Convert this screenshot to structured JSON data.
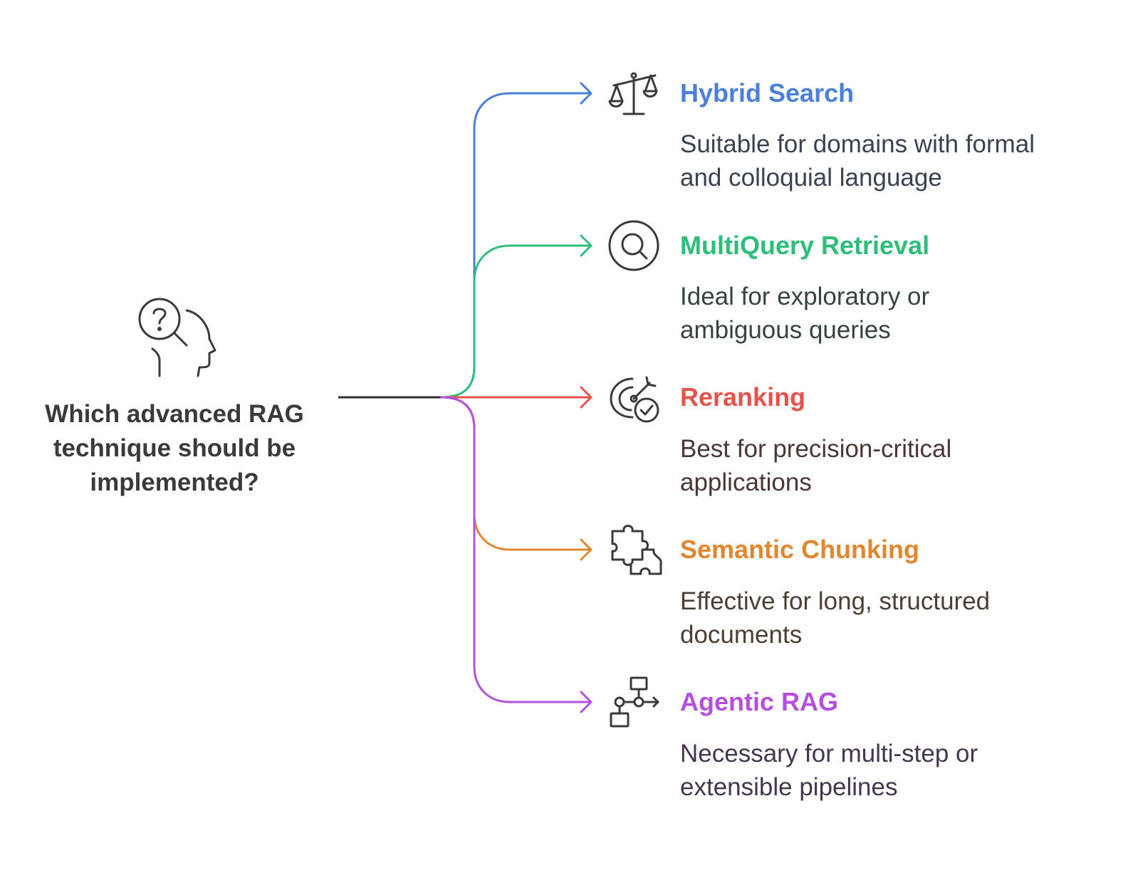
{
  "question": "Which advanced RAG technique should be implemented?",
  "options": [
    {
      "title": "Hybrid Search",
      "description": "Suitable for domains with formal and colloquial language",
      "color": "#4a7fdc",
      "desc_color": "#3a4250",
      "icon": "balance-scale-icon"
    },
    {
      "title": "MultiQuery Retrieval",
      "description": "Ideal for exploratory or ambiguous queries",
      "color": "#2ebd7a",
      "desc_color": "#36443d",
      "icon": "magnifier-icon"
    },
    {
      "title": "Reranking",
      "description": "Best for precision-critical applications",
      "color": "#e5534b",
      "desc_color": "#4a3636",
      "icon": "target-check-icon"
    },
    {
      "title": "Semantic Chunking",
      "description": "Effective for long, structured documents",
      "color": "#e2872f",
      "desc_color": "#4a3f33",
      "icon": "puzzle-piece-icon"
    },
    {
      "title": "Agentic RAG",
      "description": "Necessary for multi-step or extensible pipelines",
      "color": "#b450e0",
      "desc_color": "#43364d",
      "icon": "workflow-icon"
    }
  ]
}
